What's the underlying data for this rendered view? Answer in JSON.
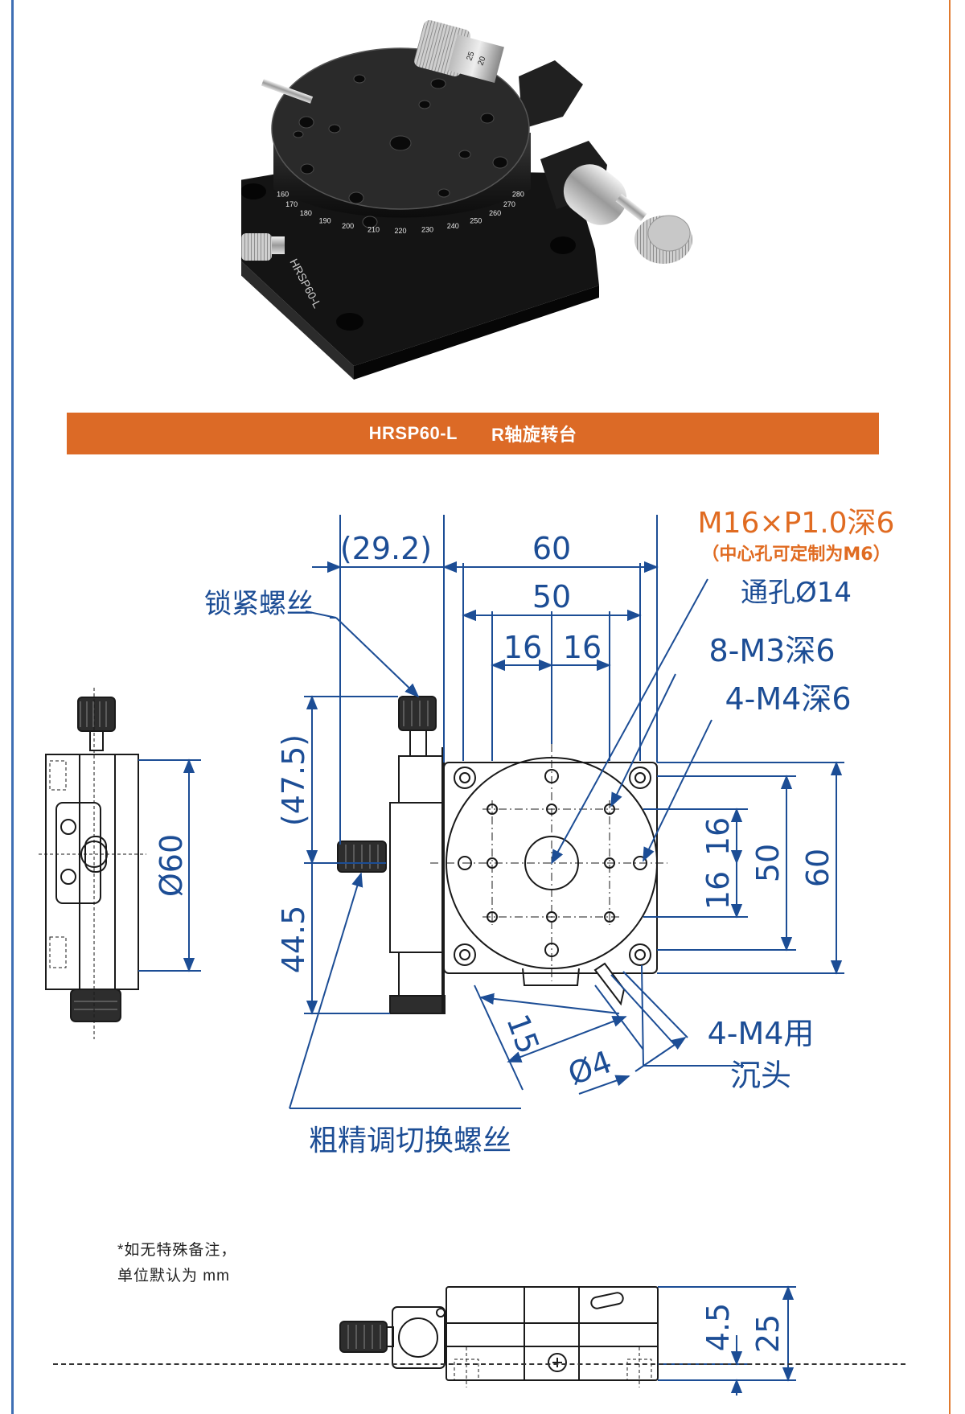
{
  "banner": {
    "model": "HRSP60-L",
    "title": "R轴旋转台"
  },
  "product_photo": {
    "dial_scale": [
      "160",
      "170",
      "180",
      "190",
      "200",
      "210",
      "220",
      "230",
      "240",
      "250",
      "260",
      "270",
      "280"
    ],
    "micrometer_marks": [
      "25",
      "20"
    ],
    "body_text": "HRSP60-L"
  },
  "top_dims": {
    "ext": "(29.2)",
    "w60": "60",
    "w50": "50",
    "s16a": "16",
    "s16b": "16"
  },
  "callouts": {
    "m16": "M16×P1.0深6",
    "m16_note": "（中心孔可定制为M6）",
    "through": "通孔Ø14",
    "m3": "8-M3深6",
    "m4": "4-M4深6",
    "lock": "锁紧螺丝",
    "m4c_1": "4-M4用",
    "m4c_2": "沉头",
    "adjust": "粗精调切换螺丝"
  },
  "side_dims": {
    "d60": "Ø60"
  },
  "left_dims": {
    "h47": "(47.5)",
    "h44": "44.5"
  },
  "right_dims": {
    "r16a": "16",
    "r16b": "16",
    "h50": "50",
    "h60": "60"
  },
  "bottom_dims": {
    "l15": "15",
    "d4": "Ø4"
  },
  "front_dims": {
    "h45": "4.5",
    "h25": "25"
  },
  "note": {
    "line1": "*如无特殊备注，",
    "line2": "单位默认为 mm"
  },
  "colors": {
    "accent": "#dc6a26",
    "dimension": "#1c4d95",
    "edge_left": "#3e6fb4",
    "edge_right": "#e07a2e"
  }
}
